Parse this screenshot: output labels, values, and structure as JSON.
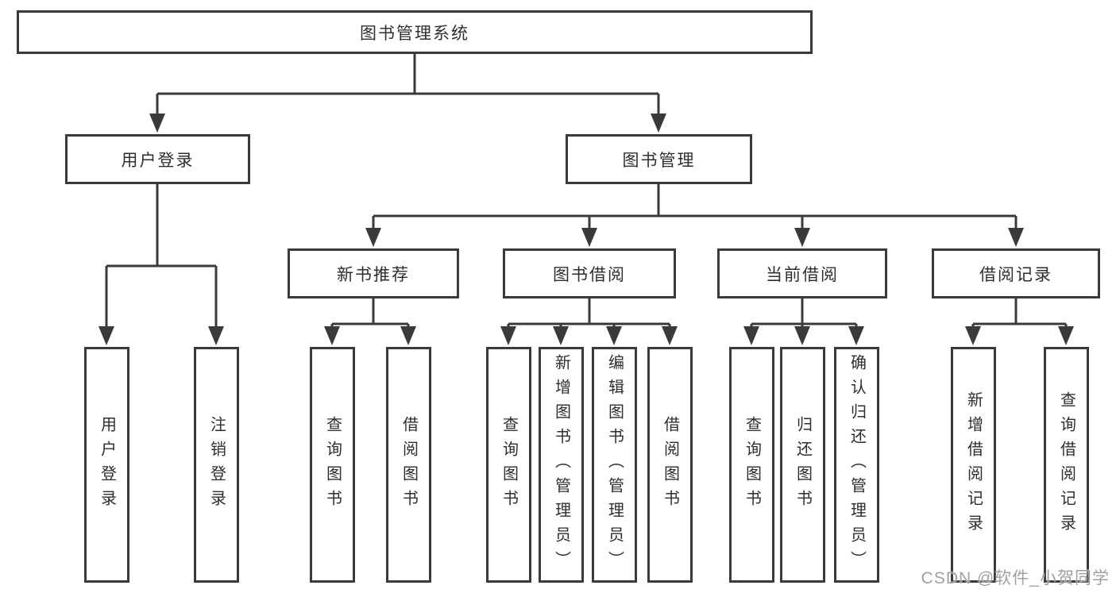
{
  "tree": {
    "label": "图书管理系统",
    "children": [
      {
        "label": "用户登录",
        "children": [
          {
            "label": "用户登录"
          },
          {
            "label": "注销登录"
          }
        ]
      },
      {
        "label": "图书管理",
        "children": [
          {
            "label": "新书推荐",
            "children": [
              {
                "label": "查询图书"
              },
              {
                "label": "借阅图书"
              }
            ]
          },
          {
            "label": "图书借阅",
            "children": [
              {
                "label": "查询图书"
              },
              {
                "label": "新增图书（管理员）"
              },
              {
                "label": "编辑图书（管理员）"
              },
              {
                "label": "借阅图书"
              }
            ]
          },
          {
            "label": "当前借阅",
            "children": [
              {
                "label": "查询图书"
              },
              {
                "label": "归还图书"
              },
              {
                "label": "确认归还（管理员）"
              }
            ]
          },
          {
            "label": "借阅记录",
            "children": [
              {
                "label": "新增借阅记录"
              },
              {
                "label": "查询借阅记录"
              }
            ]
          }
        ]
      }
    ]
  },
  "watermark": "CSDN @软件_小贺同学",
  "colors": {
    "line": "#3a3a3a",
    "text": "#2e2e2e",
    "watermark": "#a0a0a0",
    "background": "#ffffff"
  }
}
